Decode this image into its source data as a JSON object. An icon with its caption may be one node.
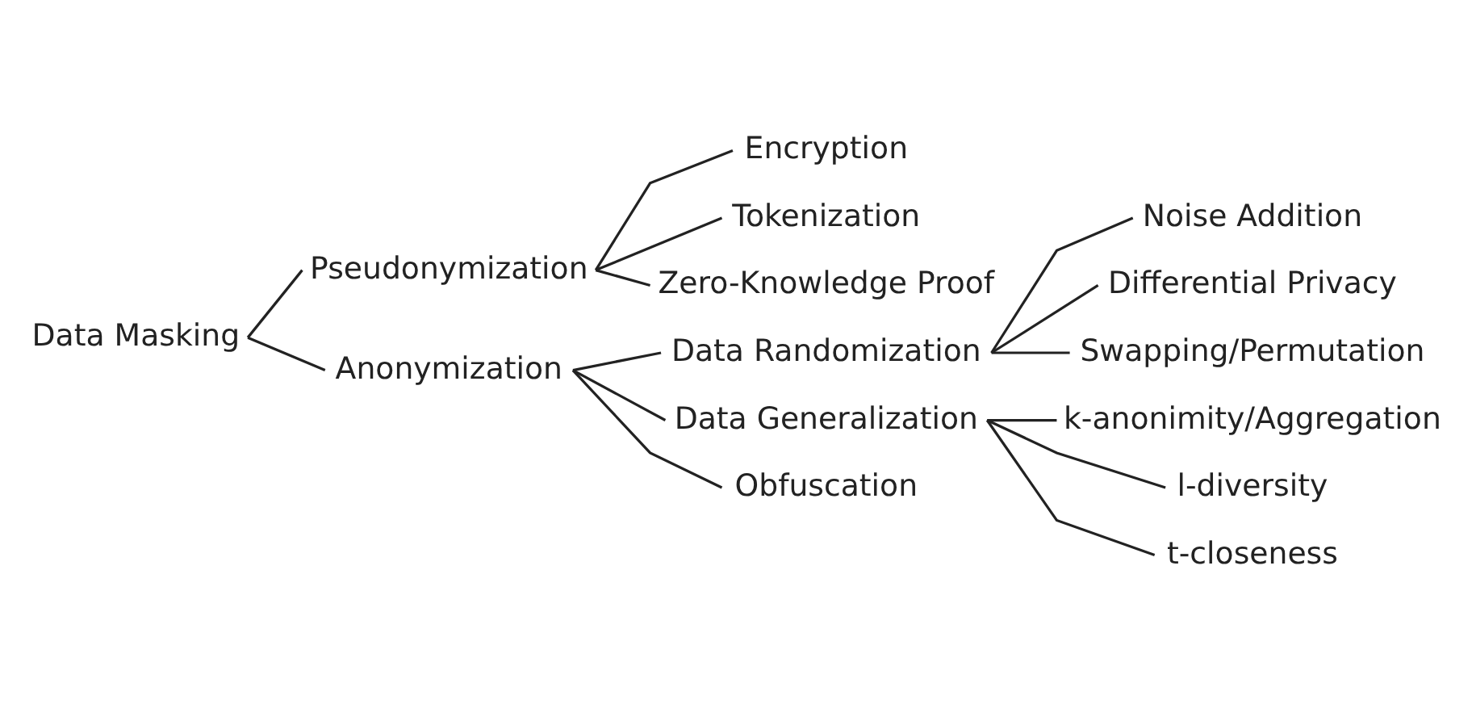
{
  "diagram": {
    "nodes": [
      {
        "text": [
          "Data Masking"
        ]
      },
      {
        "text": [
          "Pseudonymization"
        ]
      },
      {
        "text": [
          "Encryption"
        ]
      },
      {
        "text": [
          "Tokenization"
        ]
      },
      {
        "text": [
          "Zero-Knowledge Proof"
        ]
      },
      {
        "text": [
          "Anonymization"
        ]
      },
      {
        "text": [
          "Data Randomization"
        ]
      },
      {
        "text": [
          "Noise Addition"
        ]
      },
      {
        "text": [
          "Differential Privacy"
        ]
      },
      {
        "text": [
          "Swapping/Permutation"
        ]
      },
      {
        "text": [
          "Data Generalization"
        ]
      },
      {
        "text": [
          "k-anonimity/Aggregation"
        ]
      },
      {
        "text": [
          "l-diversity"
        ]
      },
      {
        "text": [
          "t-closeness"
        ]
      },
      {
        "text": [
          "Obfuscation"
        ]
      }
    ],
    "edges": [
      {
        "from": 0,
        "to": 1,
        "arrow": "none"
      },
      {
        "from": 0,
        "to": 5,
        "arrow": "none"
      },
      {
        "from": 1,
        "to": 2,
        "arrow": "none"
      },
      {
        "from": 1,
        "to": 3,
        "arrow": "none"
      },
      {
        "from": 1,
        "to": 4,
        "arrow": "none"
      },
      {
        "from": 5,
        "to": 6,
        "arrow": "none"
      },
      {
        "from": 5,
        "to": 10,
        "arrow": "none"
      },
      {
        "from": 5,
        "to": 14,
        "arrow": "none"
      },
      {
        "from": 6,
        "to": 7,
        "arrow": "none"
      },
      {
        "from": 6,
        "to": 8,
        "arrow": "none"
      },
      {
        "from": 6,
        "to": 9,
        "arrow": "none"
      },
      {
        "from": 10,
        "to": 11,
        "arrow": "none"
      },
      {
        "from": 10,
        "to": 12,
        "arrow": "none"
      },
      {
        "from": 10,
        "to": 13,
        "arrow": "none"
      }
    ]
  }
}
